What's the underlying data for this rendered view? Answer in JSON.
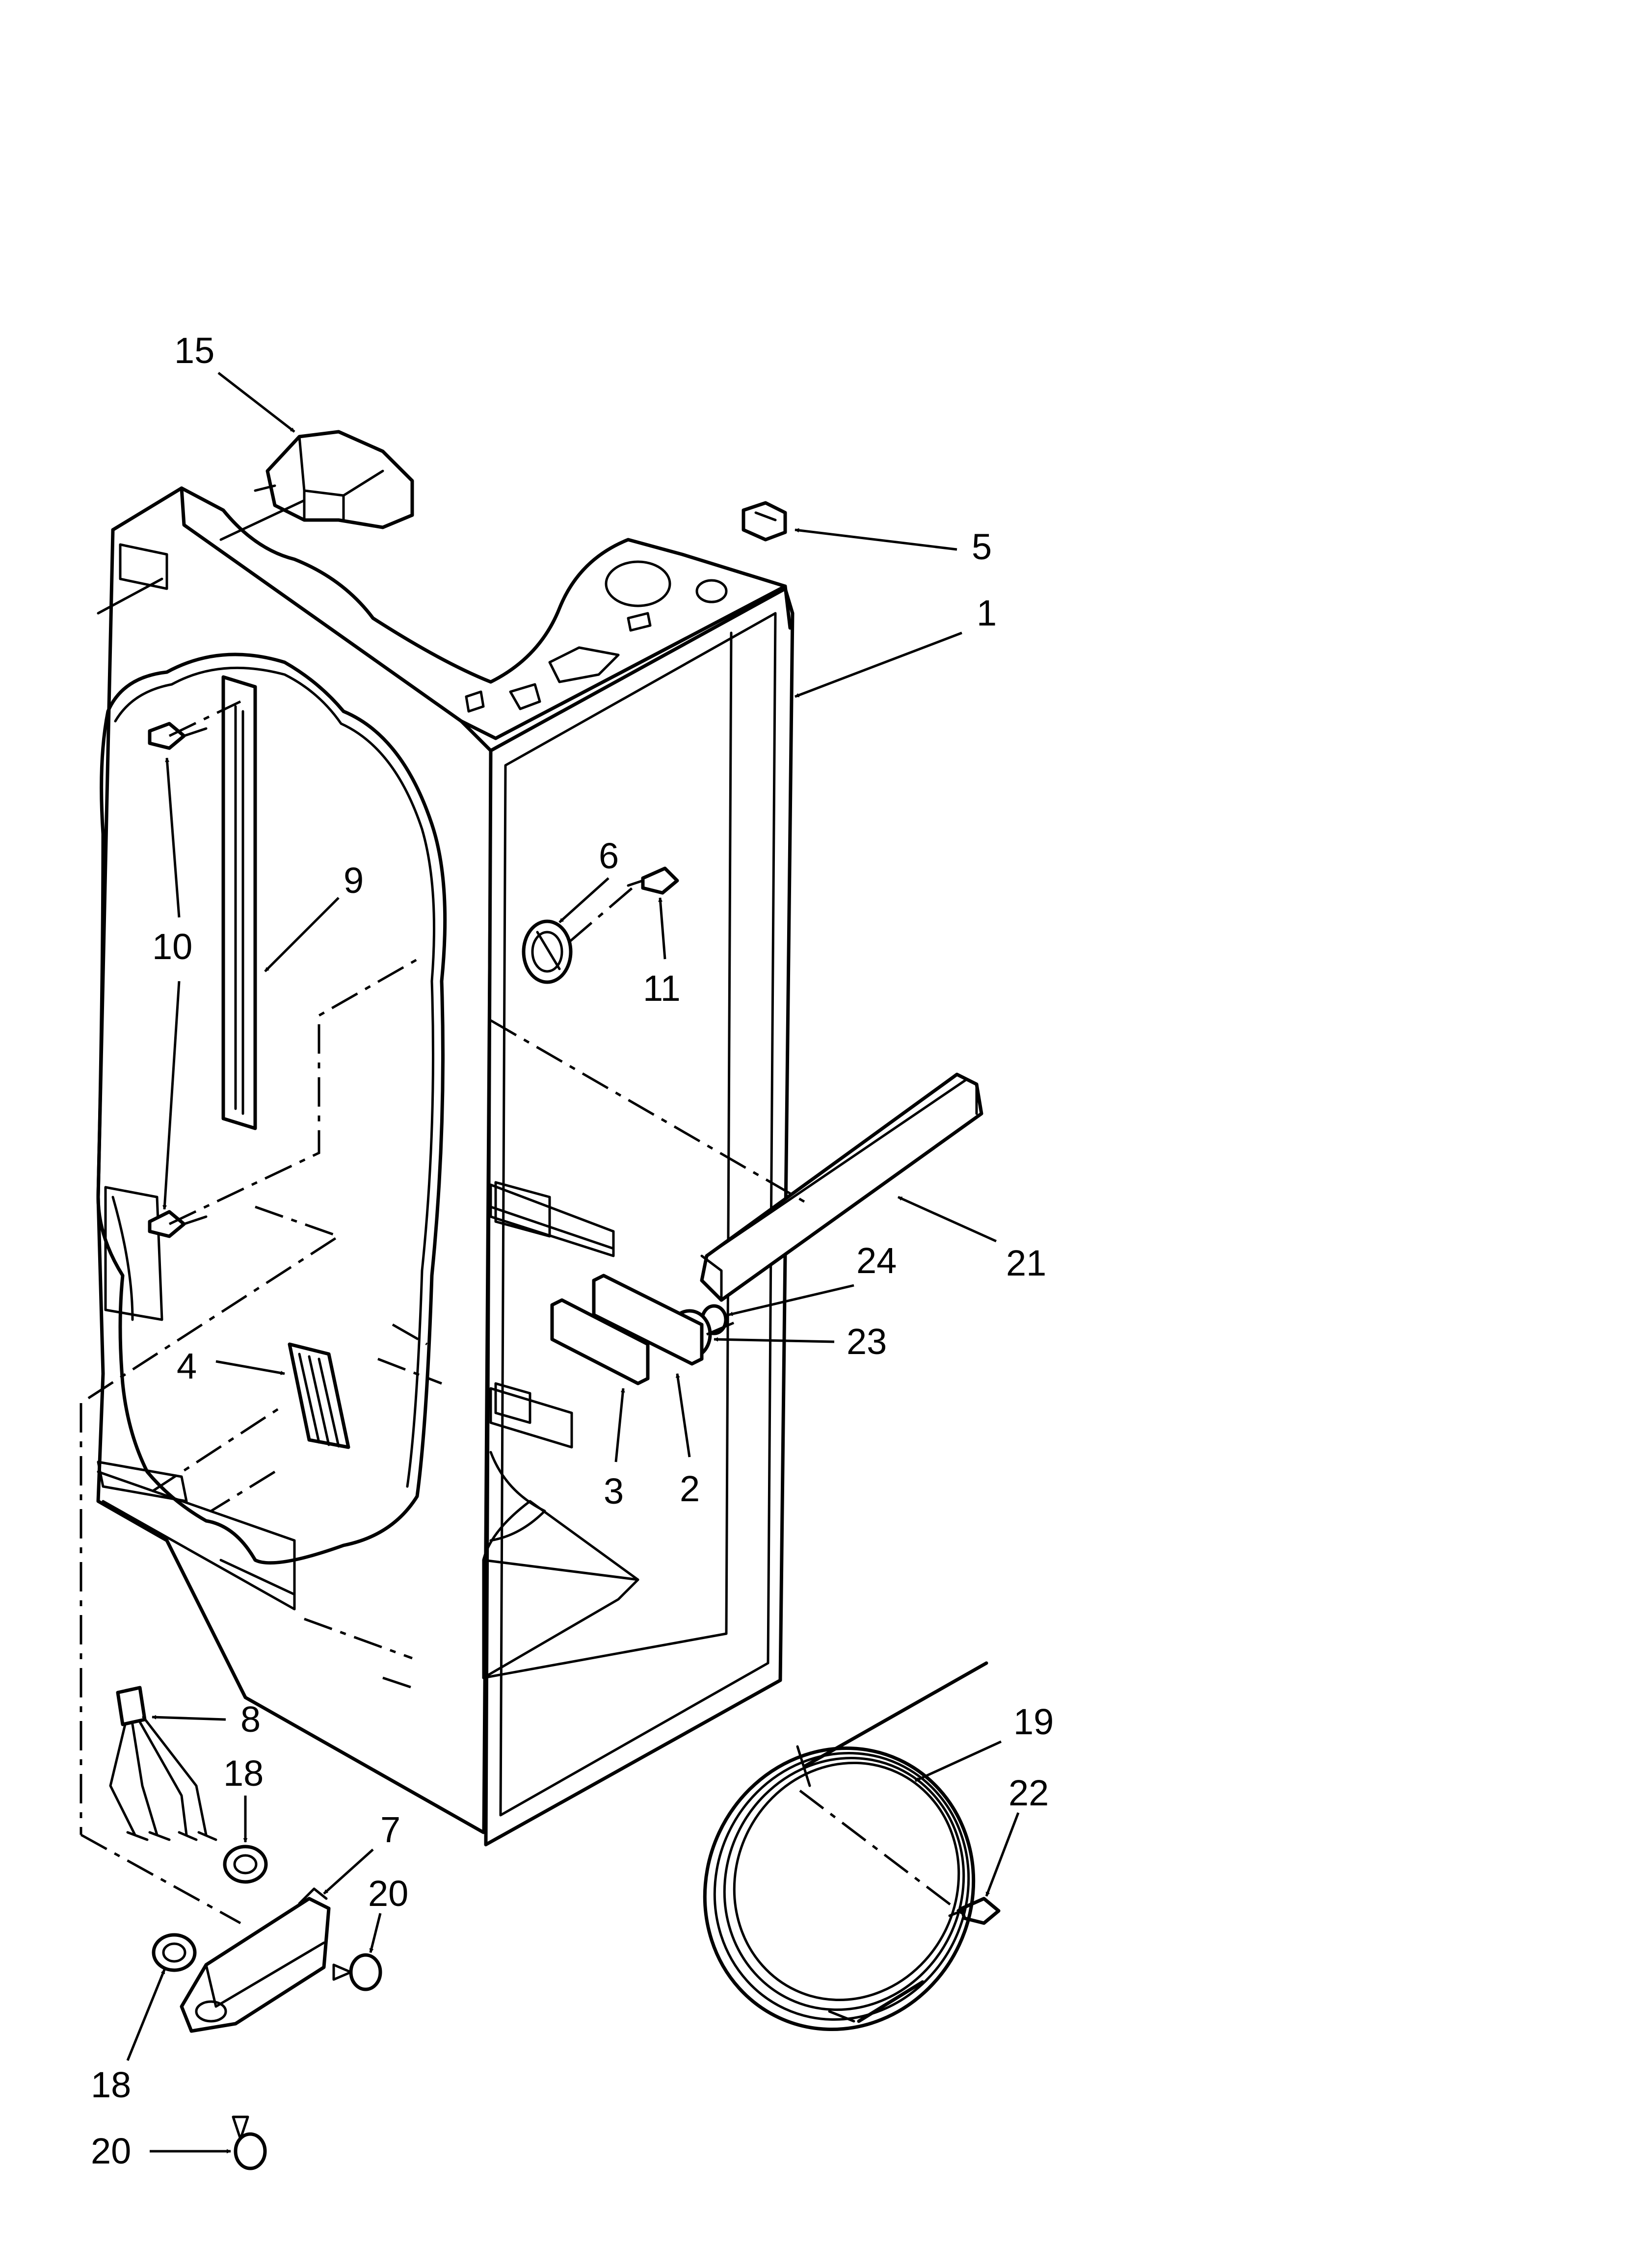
{
  "diagram": {
    "callouts": [
      {
        "key": "15",
        "text": "15"
      },
      {
        "key": "5",
        "text": "5"
      },
      {
        "key": "1",
        "text": "1"
      },
      {
        "key": "6",
        "text": "6"
      },
      {
        "key": "9",
        "text": "9"
      },
      {
        "key": "10",
        "text": "10"
      },
      {
        "key": "11",
        "text": "11"
      },
      {
        "key": "24",
        "text": "24"
      },
      {
        "key": "21",
        "text": "21"
      },
      {
        "key": "4",
        "text": "4"
      },
      {
        "key": "23",
        "text": "23"
      },
      {
        "key": "3",
        "text": "3"
      },
      {
        "key": "2",
        "text": "2"
      },
      {
        "key": "19",
        "text": "19"
      },
      {
        "key": "8",
        "text": "8"
      },
      {
        "key": "18a",
        "text": "18"
      },
      {
        "key": "7",
        "text": "7"
      },
      {
        "key": "22",
        "text": "22"
      },
      {
        "key": "20a",
        "text": "20"
      },
      {
        "key": "18b",
        "text": "18"
      },
      {
        "key": "20b",
        "text": "20"
      }
    ]
  }
}
